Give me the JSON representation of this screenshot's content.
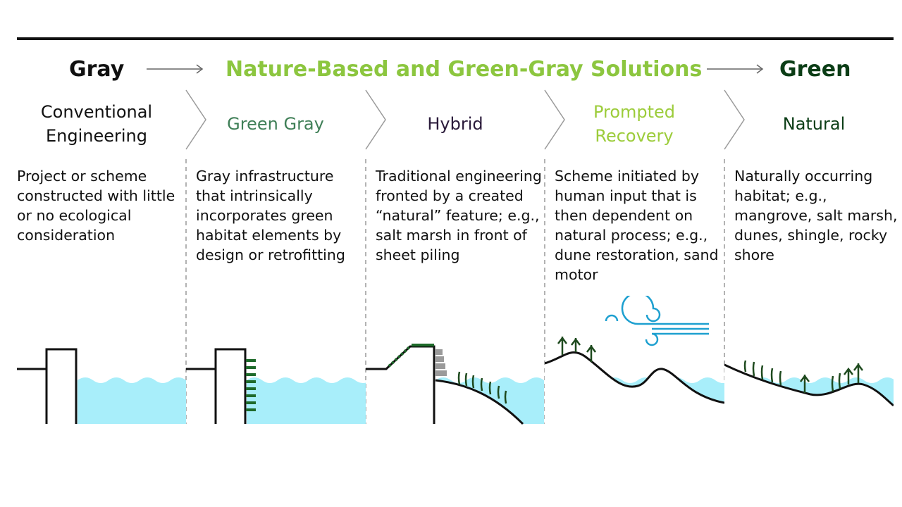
{
  "header": {
    "gray": "Gray",
    "nbs": "Nature-Based and Green-Gray Solutions",
    "green": "Green"
  },
  "columns": [
    {
      "title_lines": [
        "Conventional",
        "Engineering"
      ],
      "title_color": "#111111",
      "description": "Project or scheme constructed with little or no ecological consideration"
    },
    {
      "title_lines": [
        "Green Gray"
      ],
      "title_color": "#3f7f57",
      "description": "Gray infrastructure that intrinsically incorporates green habitat elements by design or retrofitting"
    },
    {
      "title_lines": [
        "Hybrid"
      ],
      "title_color": "#2a1a3a",
      "description": "Traditional engineering fronted by a created “natural” feature; e.g., salt marsh in front of sheet piling"
    },
    {
      "title_lines": [
        "Prompted",
        "Recovery"
      ],
      "title_color": "#9ccc3a",
      "description": "Scheme initiated by human input that is then dependent on natural process; e.g., dune restoration, sand motor"
    },
    {
      "title_lines": [
        "Natural"
      ],
      "title_color": "#0b3d16",
      "description": "Naturally occurring habitat; e.g., mangrove, salt marsh, dunes, shingle, rocky shore"
    }
  ],
  "colors": {
    "water": "#a8eefa",
    "vegetation": "#1e4a1e",
    "green_accent": "#2a8a3a",
    "wind": "#1ea0d0",
    "divider": "#9a9a9a"
  },
  "icons": [
    "arrow-right-icon",
    "chevron-right-icon",
    "wind-icon",
    "grass-icon"
  ]
}
